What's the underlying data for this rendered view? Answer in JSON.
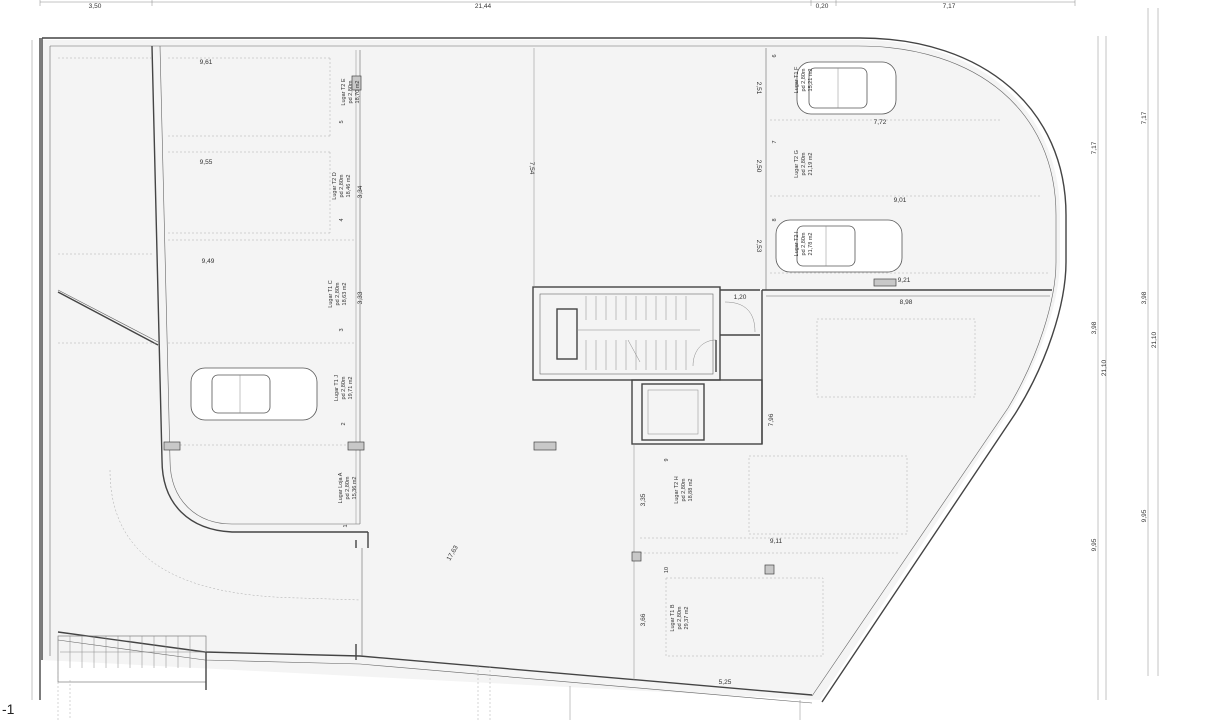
{
  "top_dimensions": [
    "3,50",
    "21,44",
    "0,20",
    "7,17"
  ],
  "right_dimensions": [
    "7,17",
    "7,17",
    "3,98",
    "3,98",
    "21,10",
    "21,10",
    "9,95",
    "9,95"
  ],
  "inner_dimensions": {
    "d961": "9,61",
    "d955": "9,55",
    "d949": "9,49",
    "d754": "7,54",
    "d251": "2,51",
    "d250": "2,50",
    "d253": "2,53",
    "d772": "7,72",
    "d901": "9,01",
    "d921": "9,21",
    "d898": "8,98",
    "d120": "1,20",
    "d333": "3,33",
    "d334": "3,34",
    "d796": "7,96",
    "d335": "3,35",
    "d911": "9,11",
    "d366": "3,66",
    "d525": "5,25",
    "d1763": "17,63"
  },
  "spaces": {
    "e": {
      "label": "Lugar T2 E",
      "heights": "pd 2,80m",
      "area": "18,70 m2",
      "num": "5"
    },
    "d": {
      "label": "Lugar T2 D",
      "heights": "pd 2,80m",
      "area": "18,46 m2",
      "num": "4"
    },
    "c": {
      "label": "Lugar T1 C",
      "heights": "pd 2,80m",
      "area": "18,63 m2",
      "num": "3"
    },
    "j": {
      "label": "Lugar T1 J",
      "heights": "pd 2,80m",
      "area": "19,71 m2",
      "num": "2"
    },
    "a": {
      "label": "Lugar Loja A",
      "heights": "pd 2,80m",
      "area": "15,36 m2",
      "num": "1"
    },
    "f": {
      "label": "Lugar T1 F",
      "heights": "pd 2,80m",
      "area": "15,21 m2",
      "num": "6"
    },
    "g": {
      "label": "Lugar T2 G",
      "heights": "pd 2,80m",
      "area": "21,19 m2",
      "num": "7"
    },
    "i": {
      "label": "Lugar T2 I",
      "heights": "pd 2,80m",
      "area": "21,78 m2",
      "num": "8"
    },
    "h": {
      "label": "Lugar T2 H",
      "heights": "pd 2,80m",
      "area": "18,88 m2",
      "num": "9"
    },
    "b": {
      "label": "Lugar T1 B",
      "heights": "pd 2,80m",
      "area": "29,37 m2",
      "num": "10"
    }
  },
  "level_marker": "-1"
}
